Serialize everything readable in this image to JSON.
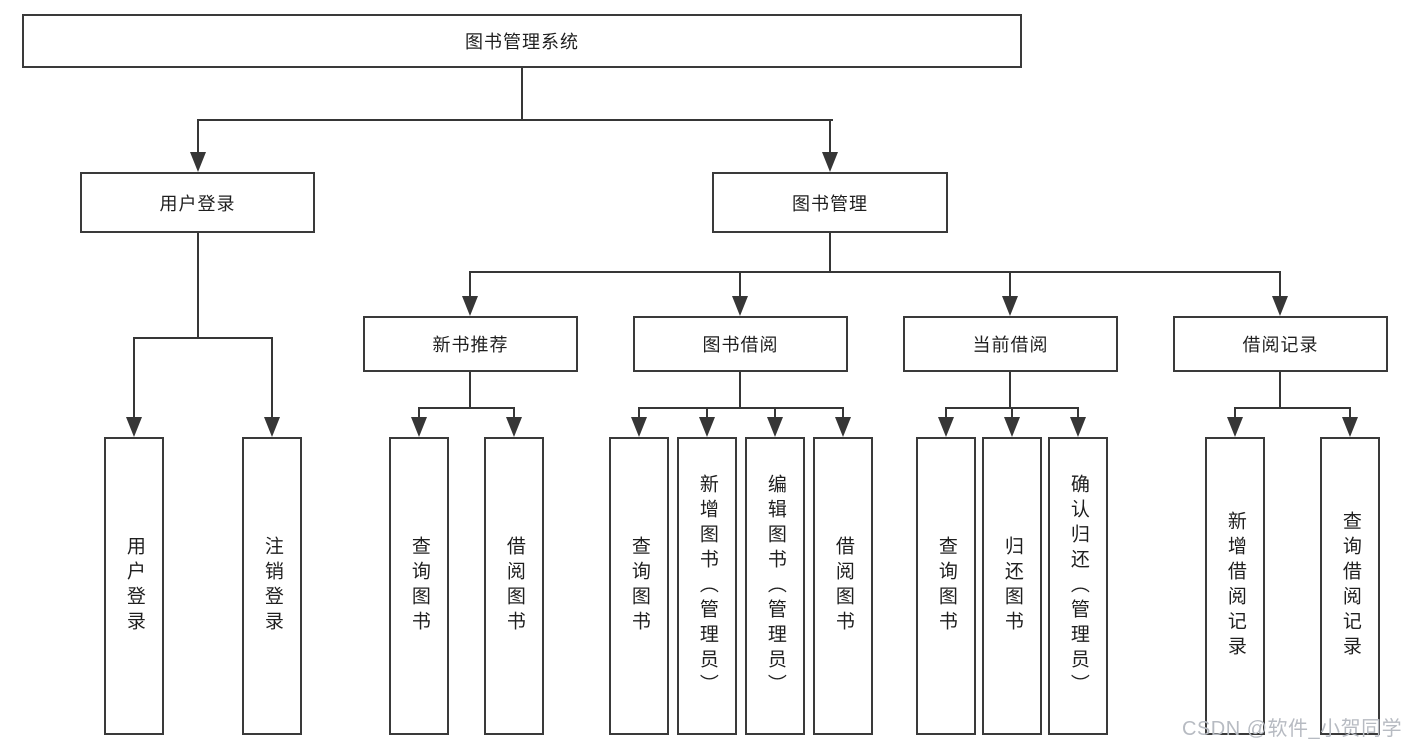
{
  "diagram": {
    "type": "hierarchy",
    "watermark": "CSDN @软件_小贺同学",
    "colors": {
      "background": "#ffffff",
      "box_fill": "#ffffff",
      "box_border": "#3a3a3a",
      "line": "#363636",
      "text": "#1f1f1f",
      "watermark": "#b7bbc2"
    },
    "tree": {
      "label": "图书管理系统",
      "children": [
        {
          "label": "用户登录",
          "children": [
            {
              "label": "用户登录"
            },
            {
              "label": "注销登录"
            }
          ]
        },
        {
          "label": "图书管理",
          "children": [
            {
              "label": "新书推荐",
              "children": [
                {
                  "label": "查询图书"
                },
                {
                  "label": "借阅图书"
                }
              ]
            },
            {
              "label": "图书借阅",
              "children": [
                {
                  "label": "查询图书"
                },
                {
                  "label": "新增图书（管理员）"
                },
                {
                  "label": "编辑图书（管理员）"
                },
                {
                  "label": "借阅图书"
                }
              ]
            },
            {
              "label": "当前借阅",
              "children": [
                {
                  "label": "查询图书"
                },
                {
                  "label": "归还图书"
                },
                {
                  "label": "确认归还（管理员）"
                }
              ]
            },
            {
              "label": "借阅记录",
              "children": [
                {
                  "label": "新增借阅记录"
                },
                {
                  "label": "查询借阅记录"
                }
              ]
            }
          ]
        }
      ]
    }
  }
}
